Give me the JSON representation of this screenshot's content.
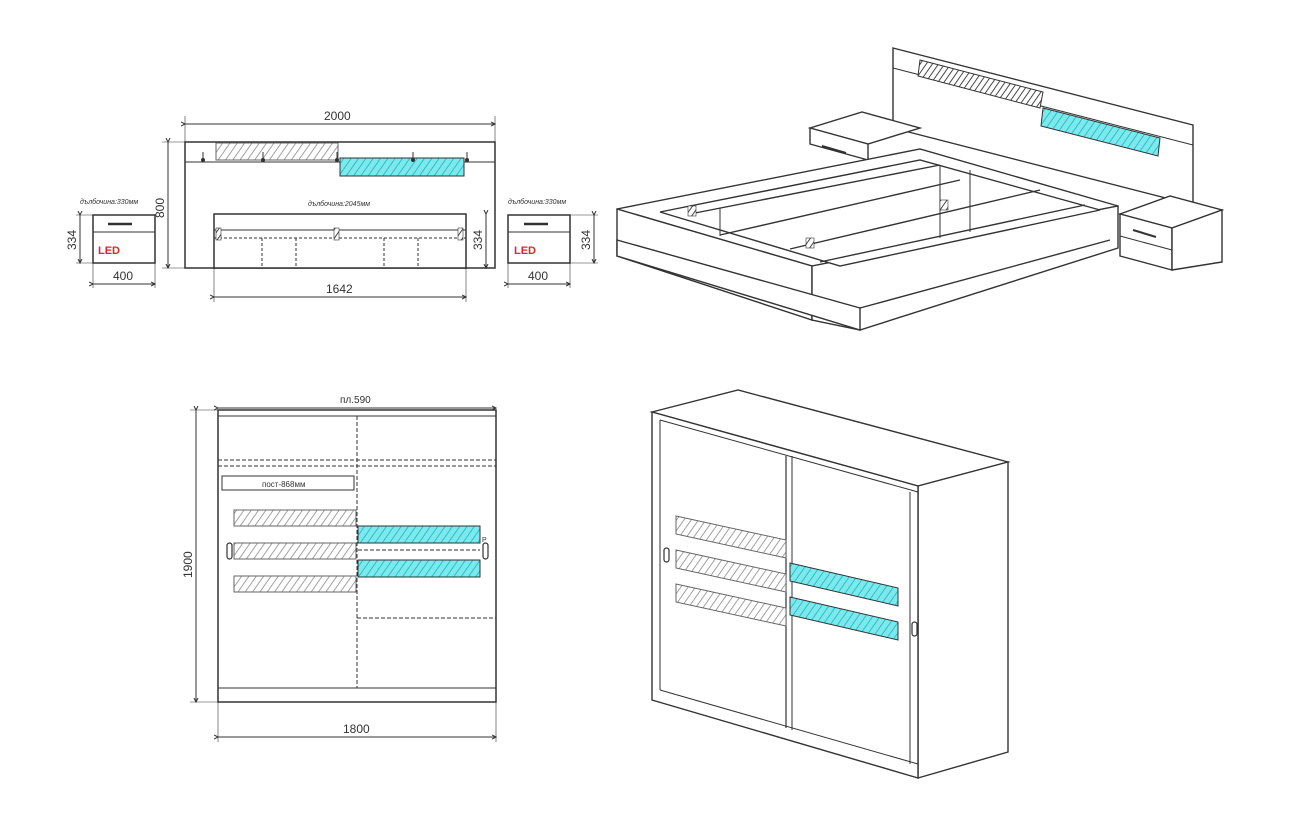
{
  "bed_front": {
    "width_label": "2000",
    "height_label": "800",
    "depth_label": "дълбочина:2045мм",
    "inner_width_label": "1642",
    "side_height_label": "334"
  },
  "nightstand_left": {
    "depth_label": "дълбочина:330мм",
    "height_label": "334",
    "width_label": "400",
    "led_label": "LED"
  },
  "nightstand_right": {
    "depth_label": "дълбочина:330мм",
    "height_label": "334",
    "width_label": "400",
    "led_label": "LED"
  },
  "wardrobe_front": {
    "shelf_label": "пл.590",
    "inner_label": "пост-868мм",
    "height_label": "1900",
    "width_label": "1800",
    "p_label": "P"
  },
  "colors": {
    "line": "#333333",
    "accent_cyan": "#2fd3d8",
    "hatch_gray": "#9a9a9a",
    "led_red": "#e02020"
  }
}
